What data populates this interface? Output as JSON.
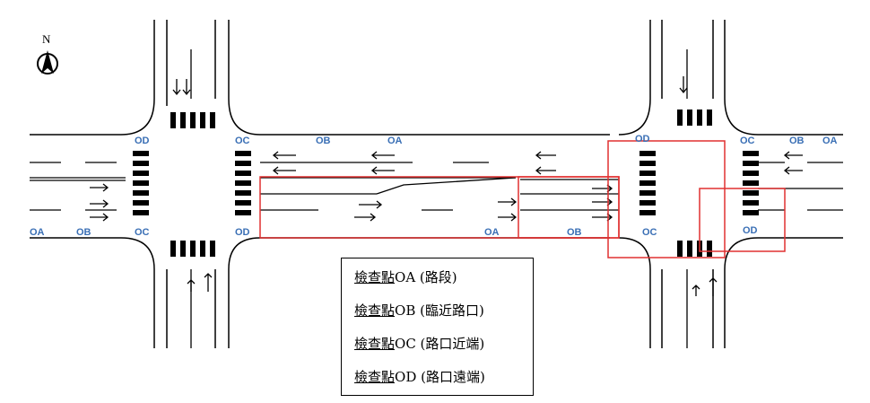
{
  "north_label": "N",
  "labels": {
    "west_od": "OD",
    "west_oc_top": "OC",
    "west_oc_bottom": "OC",
    "west_od_bottom": "OD",
    "west_oa_left": "OA",
    "west_ob_left": "OB",
    "mid_ob_top": "OB",
    "mid_oa_top": "OA",
    "mid_oa_bottom": "OA",
    "mid_ob_bottom": "OB",
    "east_od_top": "OD",
    "east_oc_top": "OC",
    "east_ob_right": "OB",
    "east_oa_right": "OA",
    "east_oc_bottom": "OC",
    "east_od_bottom": "OD"
  },
  "legend": [
    {
      "prefix": "檢查點",
      "text": "OA (路段)"
    },
    {
      "prefix": "檢查點",
      "text": "OB (臨近路口)"
    },
    {
      "prefix": "檢查點",
      "text": "OC (路口近端)"
    },
    {
      "prefix": "檢查點",
      "text": "OD (路口遠端)"
    }
  ],
  "colors": {
    "line": "#000000",
    "highlight": "#e03030",
    "label": "#3a6fb5"
  }
}
